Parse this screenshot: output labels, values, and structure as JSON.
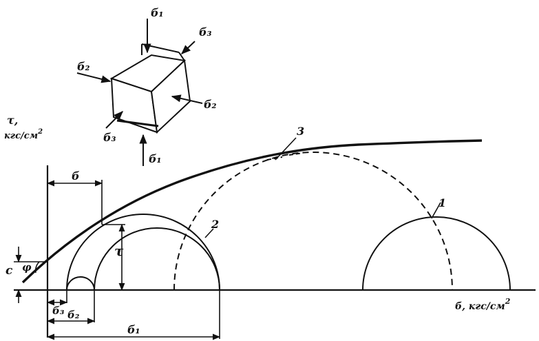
{
  "axes": {
    "y_label_line1": "τ,",
    "y_label_line2": "кгс/см",
    "y_label_sup": "2",
    "x_label": "б, кгс/см",
    "x_label_sup": "2"
  },
  "curve_labels": {
    "curve_1": "1",
    "curve_2": "2",
    "curve_3": "3"
  },
  "dimension_labels": {
    "sigma_top": "б",
    "tau": "τ",
    "cohesion": "c",
    "phi": "φ",
    "sigma3": "б₃",
    "sigma2": "б₂",
    "sigma1": "б₁"
  },
  "block_labels": {
    "s1_top": "б₁",
    "s3_top": "б₃",
    "s2_left": "б₂",
    "s2_right": "б₂",
    "s3_bottom": "б₃",
    "s1_bottom": "б₁"
  },
  "colors": {
    "ink": "#111111",
    "background": "#ffffff"
  }
}
